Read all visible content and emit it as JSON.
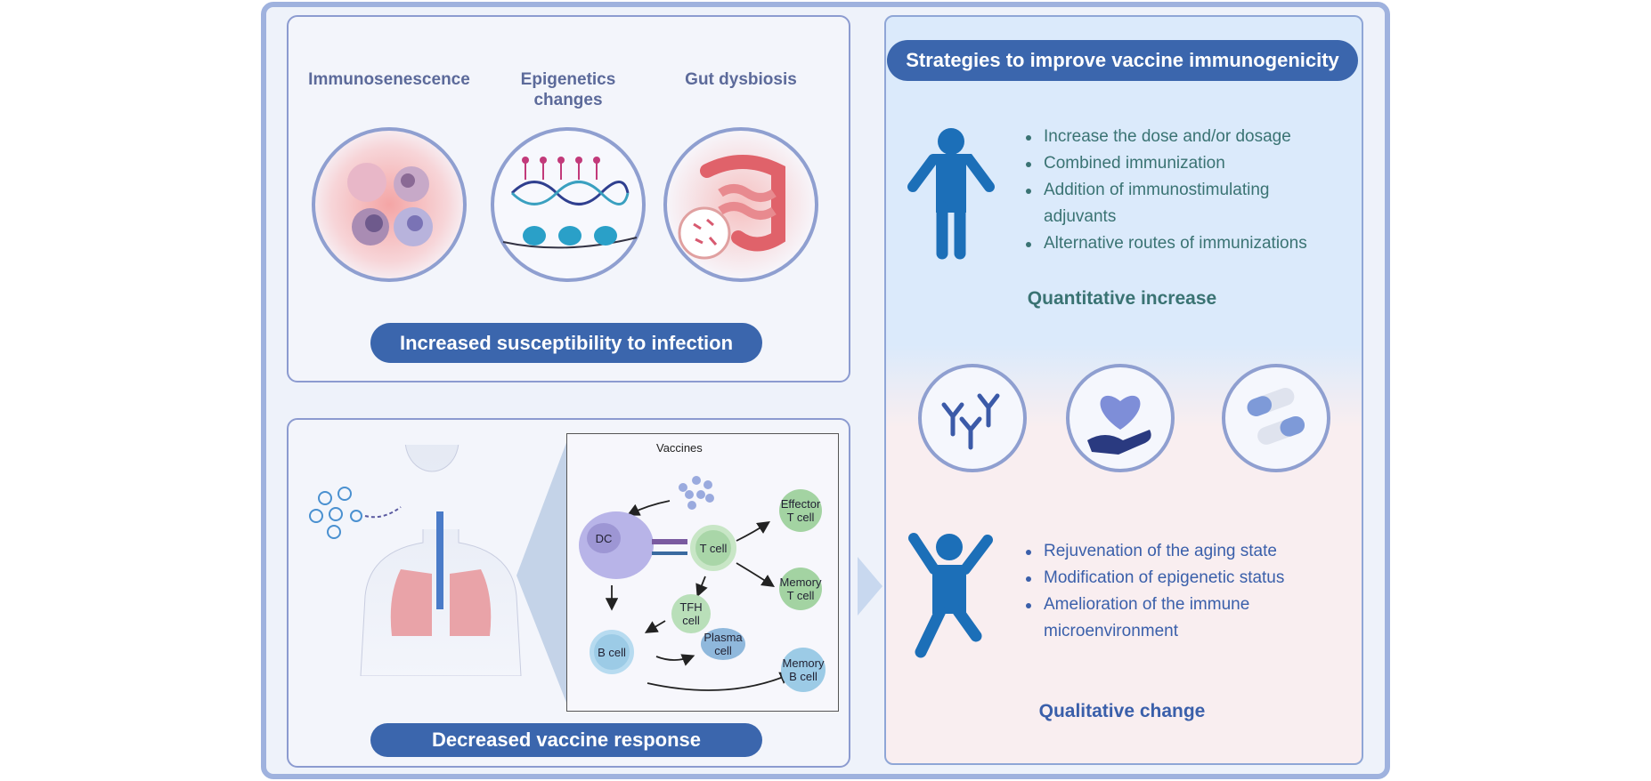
{
  "top_panel": {
    "labels": [
      "Immunosenescence",
      "Epigenetics changes",
      "Gut dysbiosis"
    ],
    "banner": "Increased susceptibility to infection"
  },
  "bottom_panel": {
    "banner": "Decreased vaccine response",
    "diagram": {
      "vaccines": "Vaccines",
      "dc": "DC",
      "t_cell": "T cell",
      "effector": "Effector T cell",
      "memory_t": "Memory T cell",
      "tfh": "TFH cell",
      "b_cell": "B cell",
      "plasma": "Plasma cell",
      "memory_b": "Memory B cell"
    }
  },
  "right_panel": {
    "title": "Strategies to improve vaccine immunogenicity",
    "quantitative": {
      "items": [
        "Increase the dose and/or dosage",
        "Combined immunization",
        "Addition of immunostimulating adjuvants",
        "Alternative routes of immunizations"
      ],
      "heading": "Quantitative increase"
    },
    "qualitative": {
      "items": [
        "Rejuvenation of the aging state",
        "Modification of epigenetic status",
        "Amelioration of the immune microenvironment"
      ],
      "heading": "Qualitative change"
    }
  },
  "colors": {
    "banner": "#3b66ad",
    "teal_text": "#3a7373",
    "blue_text": "#3a5faa",
    "person": "#1c6fb8"
  }
}
